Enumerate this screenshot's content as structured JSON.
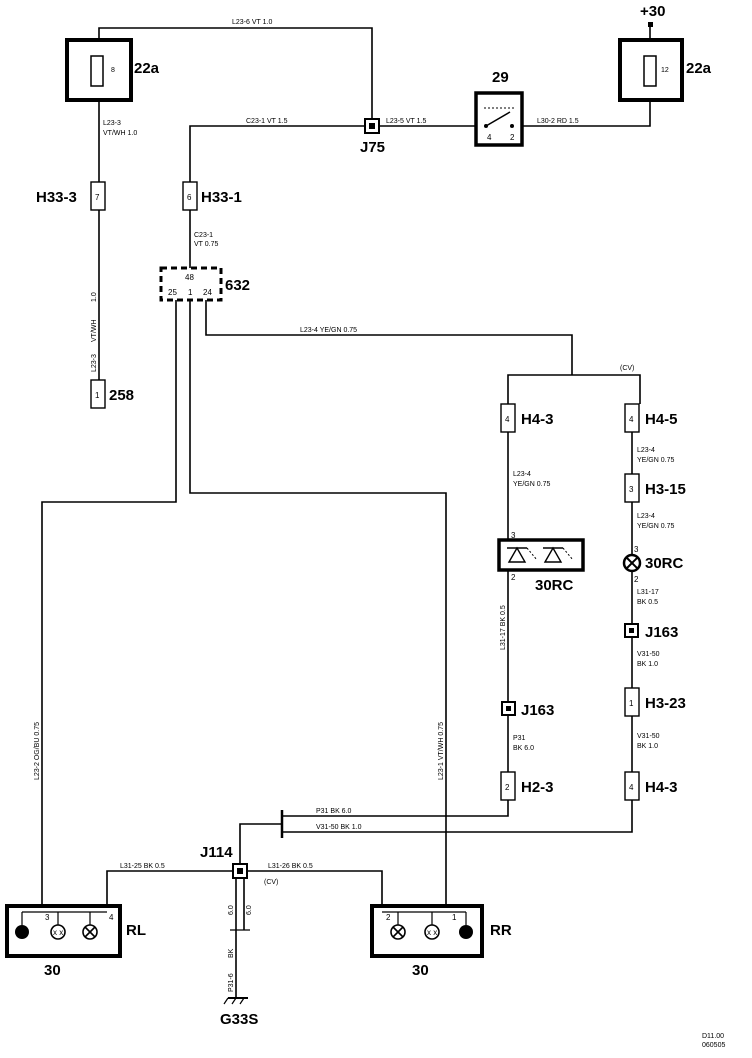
{
  "components": {
    "fuse_left": {
      "id": "22a",
      "fuse": "8"
    },
    "fuse_right": {
      "id": "22a",
      "fuse": "12",
      "supply": "+30"
    },
    "switch": {
      "id": "29"
    },
    "splice_j75": {
      "id": "J75"
    },
    "connector_632": {
      "id": "632",
      "pins": [
        "48",
        "25",
        "1",
        "24"
      ]
    },
    "h33_3": {
      "id": "H33-3",
      "pin": "7"
    },
    "h33_1": {
      "id": "H33-1",
      "pin": "6"
    },
    "c258": {
      "id": "258",
      "pin": "1"
    },
    "h4_3_top": {
      "id": "H4-3",
      "pin": "4"
    },
    "h4_5": {
      "id": "H4-5",
      "pin": "4"
    },
    "h3_15": {
      "id": "H3-15",
      "pin": "3"
    },
    "lamp_30rc_right": {
      "id": "30RC",
      "pin_a": "3",
      "pin_b": "2"
    },
    "lamp_30rc_left": {
      "id": "30RC",
      "pin_a": "3",
      "pin_b": "2"
    },
    "j163_right": {
      "id": "J163"
    },
    "j163_left": {
      "id": "J163"
    },
    "h3_23": {
      "id": "H3-23",
      "pin": "1"
    },
    "h4_3_bottom": {
      "id": "H4-3",
      "pin": "4"
    },
    "h2_3": {
      "id": "H2-3",
      "pin": "2"
    },
    "j114": {
      "id": "J114",
      "cv": "(CV)"
    },
    "rl": {
      "id": "RL",
      "ref": "30",
      "pins": [
        "3",
        "4"
      ]
    },
    "rr": {
      "id": "RR",
      "ref": "30",
      "pins": [
        "2",
        "1"
      ]
    },
    "ground": {
      "id": "G33S"
    },
    "cv_top": "(CV)"
  },
  "wires": {
    "w_top": "L23-6   VT   1.0",
    "w_fuse_left_down_1": "L23-3",
    "w_fuse_left_down_2": "VT/WH  1.0",
    "w_c23_1": "C23-1   VT   1.5",
    "w_l23_5": "L23-5   VT   1.5",
    "w_l30_2": "L30-2   RD   1.5",
    "w_c23_1b_1": "C23-1",
    "w_c23_1b_2": "VT  0.75",
    "w_l23_4_top": "L23-4   YE/GN   0.75",
    "w_258_v1": "1.0",
    "w_258_v2": "VT/WH",
    "w_258_v3": "L23-3",
    "w_l23_4_a1": "L23-4",
    "w_l23_4_a2": "YE/GN   0.75",
    "w_l23_4_b1": "L23-4",
    "w_l23_4_b2": "YE/GN   0.75",
    "w_l23_4_c1": "L23-4",
    "w_l23_4_c2": "YE/GN   0.75",
    "w_l31_17_r1": "L31-17",
    "w_l31_17_r2": "BK   0.5",
    "w_v31_50_a1": "V31-50",
    "w_v31_50_a2": "BK   1.0",
    "w_v31_50_b1": "V31-50",
    "w_v31_50_b2": "BK   1.0",
    "w_l31_17_left_v": "L31-17   BK   0.5",
    "w_p31_1": "P31",
    "w_p31_2": "BK   6.0",
    "w_l23_2": "L23-2   OG/BU   0.75",
    "w_l23_1": "L23-1   VT/WH   0.75",
    "w_p31_h": "P31    BK   6.0",
    "w_v31_50_h": "V31-50    BK   1.0",
    "w_l31_25": "L31-25   BK   0.5",
    "w_l31_26": "L31-26   BK   0.5",
    "w_ground_1": "6.0",
    "w_ground_2": "6.0",
    "w_ground_3": "BK",
    "w_ground_4": "P31-6"
  },
  "footer": {
    "line1": "D11.00",
    "line2": "060505"
  }
}
